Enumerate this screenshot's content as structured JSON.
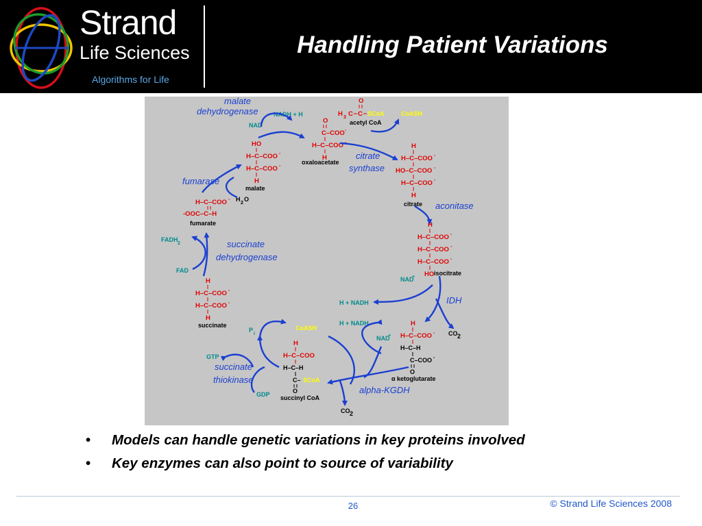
{
  "header": {
    "logo": {
      "line1": "Strand",
      "line2": "Life Sciences",
      "tagline": "Algorithms for Life"
    },
    "title": "Handling Patient Variations"
  },
  "diagram": {
    "enzymes": {
      "malate_dehydrogenase_1": "malate",
      "malate_dehydrogenase_2": "dehydrogenase",
      "citrate_synthase_1": "citrate",
      "citrate_synthase_2": "synthase",
      "aconitase": "aconitase",
      "fumarase": "fumarase",
      "succinate_dehydrogenase_1": "succinate",
      "succinate_dehydrogenase_2": "dehydrogenase",
      "idh": "IDH",
      "succinate_thiokinase_1": "succinate",
      "succinate_thiokinase_2": "thiokinase",
      "alpha_kgdh": "alpha-KGDH"
    },
    "metabolites": {
      "acetyl_coa": "acetyl CoA",
      "oxaloacetate": "oxaloacetate",
      "citrate": "citrate",
      "isocitrate": "isocitrate",
      "alpha_ketoglutarate": "α ketoglutarate",
      "succinyl_coa": "succinyl CoA",
      "succinate": "succinate",
      "fumarate": "fumarate",
      "malate": "malate"
    },
    "cofactors": {
      "nadh_h_top": "NADH + H",
      "nad_top": "NAD",
      "coash_top": "CoASH",
      "h2o": "H",
      "fadh2": "FADH",
      "fad": "FAD",
      "nad_idh": "NAD",
      "h_nadh_1": "H + NADH",
      "h_nadh_2": "H + NADH",
      "nad_kgdh": "NAD",
      "co2_1": "CO",
      "co2_2": "CO",
      "coash_mid": "CoASH",
      "pi": "P",
      "gtp": "GTP",
      "gdp": "GDP"
    }
  },
  "bullets": [
    "Models can handle genetic variations in key proteins involved",
    "Key enzymes can also point to source of variability"
  ],
  "footer": {
    "page_number": "26",
    "copyright": "© Strand Life Sciences 2008"
  },
  "colors": {
    "header_bg": "#000000",
    "diagram_bg": "#c6c6c6",
    "enzyme_blue": "#1a3fd1",
    "atom_red": "#e00000",
    "cofactor_teal": "#008a8a",
    "coa_yellow": "#ffff00",
    "footer_blue": "#1f56c9"
  }
}
